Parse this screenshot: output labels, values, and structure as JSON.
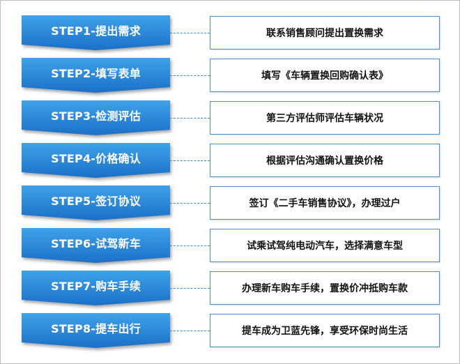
{
  "steps": [
    {
      "label": "STEP1-提出需求",
      "desc": "联系销售顾问提出置换需求"
    },
    {
      "label": "STEP2-填写表单",
      "desc": "填写《车辆置换回购确认表》"
    },
    {
      "label": "STEP3-检测评估",
      "desc": "第三方评估师评估车辆状况"
    },
    {
      "label": "STEP4-价格确认",
      "desc": "根据评估沟通确认置换价格"
    },
    {
      "label": "STEP5-签订协议",
      "desc": "签订《二手车销售协议》，办理过户"
    },
    {
      "label": "STEP6-试驾新车",
      "desc": "试乘试驾纯电动汽车，选择满意车型"
    },
    {
      "label": "STEP7-购车手续",
      "desc": "办理新车购车手续，置换价冲抵购车款"
    },
    {
      "label": "STEP8-提车出行",
      "desc": "提车成为卫蓝先锋，享受环保时尚生活"
    }
  ],
  "colors": {
    "step_top": "#3fa2e8",
    "step_bottom": "#1b6fc7",
    "box_border": "#4a90c8",
    "connector": "#3a8cc8"
  }
}
